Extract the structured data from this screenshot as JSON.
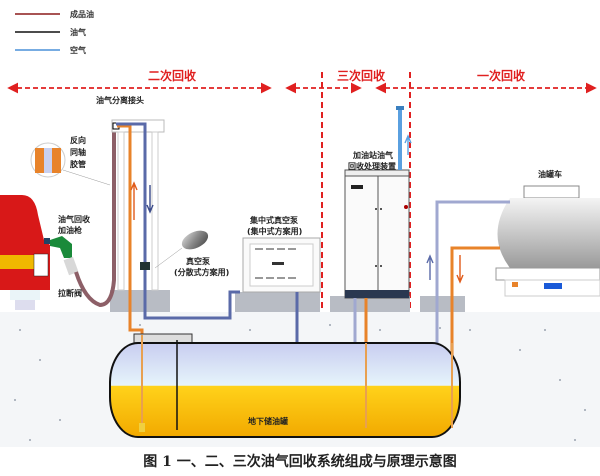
{
  "legend": [
    {
      "label": "成品油",
      "color": "#8b1a1a"
    },
    {
      "label": "油气",
      "color": "#111111"
    },
    {
      "label": "空气",
      "color": "#4a90d9"
    }
  ],
  "zones": {
    "secondary": "二次回收",
    "tertiary": "三次回收",
    "primary": "一次回收"
  },
  "labels": {
    "separator_joint": "油气分离接头",
    "coaxial_hose": [
      "反向",
      "同轴",
      "胶管"
    ],
    "recovery_nozzle": [
      "油气回收",
      "加油枪"
    ],
    "breakaway_valve": "拉断阀",
    "vacuum_pump": [
      "真空泵",
      "(分散式方案用)"
    ],
    "central_pump": [
      "集中式真空泵",
      "(集中式方案用)"
    ],
    "treatment_unit": [
      "加油站油气",
      "回收处理装置"
    ],
    "tanker": "油罐车",
    "underground_tank": "地下储油罐"
  },
  "colors": {
    "fuel": "#e8832a",
    "vapor": "#5a6aa8",
    "air": "#5aa0e0",
    "zone_divider": "#e02020",
    "fuel_level": "#f5b800"
  },
  "caption": "图 1  一、二、三次油气回收系统组成与原理示意图"
}
